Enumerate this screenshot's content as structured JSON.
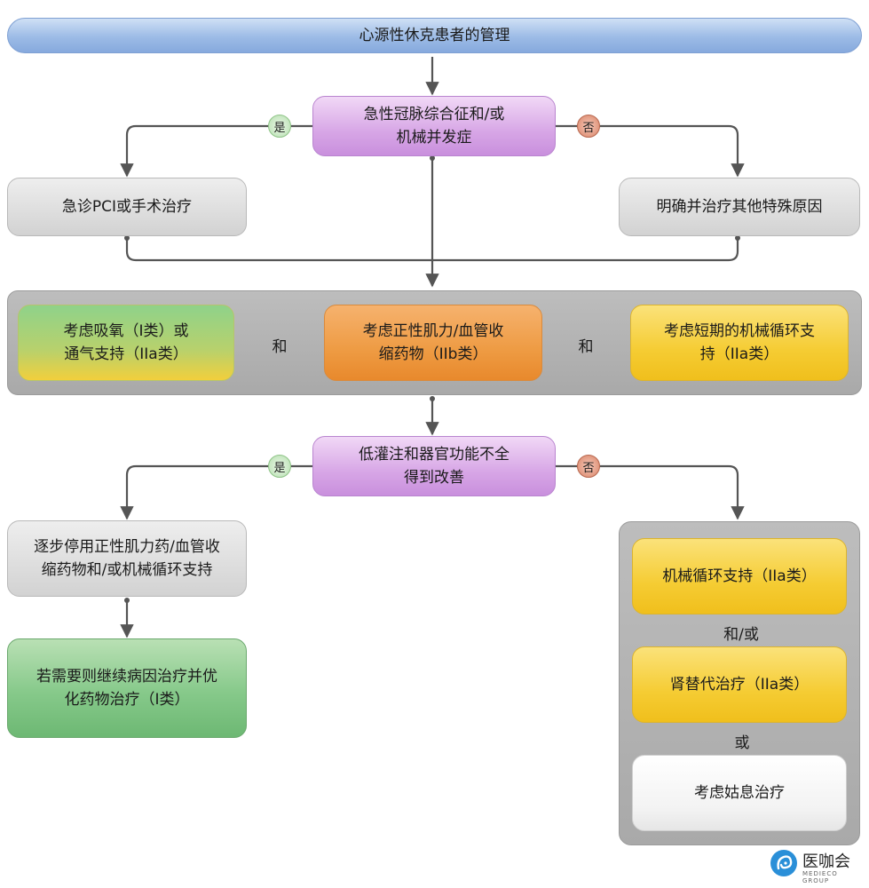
{
  "title": "心源性休克患者的管理",
  "nodes": {
    "acs_check": [
      "急性冠脉综合征和/或",
      "机械并发症"
    ],
    "pci": "急诊PCI或手术治疗",
    "other_cause": "明确并治疗其他特殊原因",
    "oxygen": [
      "考虑吸氧（I类）或",
      "通气支持（IIa类）"
    ],
    "inotropes": [
      "考虑正性肌力/血管收",
      "缩药物（IIb类）"
    ],
    "short_mcs": [
      "考虑短期的机械循环支",
      "持（IIa类）"
    ],
    "perfusion_check": [
      "低灌注和器官功能不全",
      "得到改善"
    ],
    "wean": [
      "逐步停用正性肌力药/血管收",
      "缩药物和/或机械循环支持"
    ],
    "continue": [
      "若需要则继续病因治疗并优",
      "化药物治疗（I类）"
    ],
    "mcs": "机械循环支持（IIa类）",
    "rrt": "肾替代治疗（IIa类）",
    "palliative": "考虑姑息治疗"
  },
  "connectors": {
    "and": "和",
    "and_or": "和/或",
    "or": "或"
  },
  "badges": {
    "yes": "是",
    "no": "否"
  },
  "logo": {
    "name": "医咖会",
    "subtitle": "MEDIECO GROUP",
    "mark_icon": "speech-bubble-icon"
  },
  "colors": {
    "line": "#555555"
  }
}
